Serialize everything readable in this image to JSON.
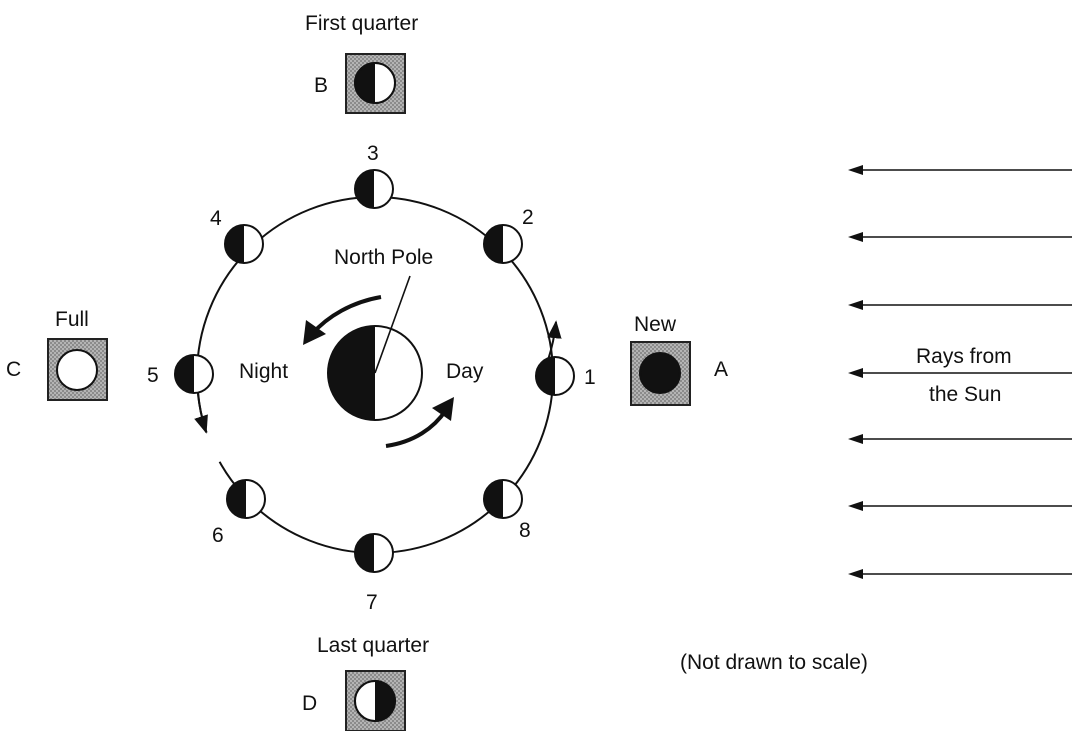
{
  "orbit": {
    "positions": [
      {
        "number": "1",
        "phase": "lit-right"
      },
      {
        "number": "2",
        "phase": "lit-right"
      },
      {
        "number": "3",
        "phase": "lit-right"
      },
      {
        "number": "4",
        "phase": "lit-right"
      },
      {
        "number": "5",
        "phase": "lit-right"
      },
      {
        "number": "6",
        "phase": "lit-right"
      },
      {
        "number": "7",
        "phase": "lit-right"
      },
      {
        "number": "8",
        "phase": "lit-right"
      }
    ]
  },
  "earth": {
    "pole_label": "North Pole",
    "night_label": "Night",
    "day_label": "Day"
  },
  "phase_boxes": [
    {
      "letter": "A",
      "name": "New",
      "appearance": "dark"
    },
    {
      "letter": "B",
      "name": "First quarter",
      "appearance": "right-half-lit"
    },
    {
      "letter": "C",
      "name": "Full",
      "appearance": "fully-lit"
    },
    {
      "letter": "D",
      "name": "Last quarter",
      "appearance": "left-half-lit"
    }
  ],
  "sun": {
    "label_line1": "Rays from",
    "label_line2": "the Sun",
    "ray_count": 7
  },
  "note": "(Not drawn to scale)",
  "colors": {
    "ink": "#111111",
    "paper": "#ffffff",
    "box_fill": "#9a9a9a"
  }
}
